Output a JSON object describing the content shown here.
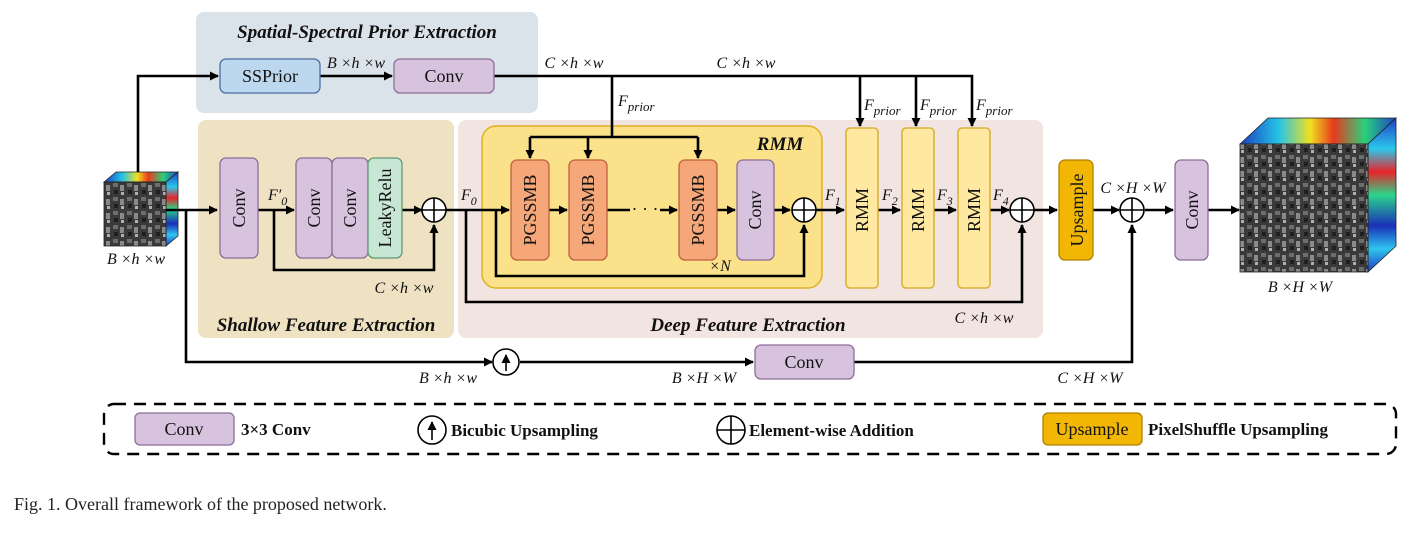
{
  "regions": {
    "prior": "Spatial-Spectral Prior Extraction",
    "shallow": "Shallow Feature Extraction",
    "deep": "Deep Feature Extraction",
    "rmm": "RMM"
  },
  "blocks": {
    "ssprior": "SSPrior",
    "conv": "Conv",
    "leakyrelu": "LeakyRelu",
    "pgssmb": "PGSSMB",
    "rmm": "RMM",
    "upsample": "Upsample",
    "dots": "· · ·"
  },
  "labels": {
    "input_dim": "B ×h ×w",
    "output_dim": "B ×H ×W",
    "prior_mid": "B ×h ×w",
    "prior_out": "C ×h ×w",
    "prior_branch": "C ×h ×w",
    "f_prior": "F",
    "f_prior_sub": "prior",
    "f0_prime": "F′",
    "f0": "F",
    "shallow_skip": "C ×h ×w",
    "deep_skip": "C ×h ×w",
    "times_n": "×N",
    "f1": "F",
    "f2": "F",
    "f3": "F",
    "f4": "F",
    "sub0": "0",
    "sub1": "1",
    "sub2": "2",
    "sub3": "3",
    "sub4": "4",
    "up_dim": "C ×H ×W",
    "bottom_left": "B ×h ×w",
    "bottom_mid": "B ×H ×W",
    "bottom_right": "C ×H ×W"
  },
  "legend": {
    "conv_box": "Conv",
    "conv_desc": "3×3 Conv",
    "bicubic_desc": "Bicubic Upsampling",
    "add_desc": "Element-wise Addition",
    "upsample_box": "Upsample",
    "upsample_desc": "PixelShuffle Upsampling"
  },
  "caption": "Fig. 1.  Overall framework of the proposed network.",
  "colors": {
    "conv": "#d8c3df",
    "ssprior": "#bdd7ee",
    "leakyrelu": "#c8e6d4",
    "pgssmb": "#f5a77a",
    "rmm": "#ffe8a0",
    "upsample": "#f2b705",
    "prior_bg": "#dbe3ea",
    "shallow_bg": "#eee2c3",
    "deep_bg": "#f2e4e0",
    "rmm_bg": "#fbe28a"
  }
}
